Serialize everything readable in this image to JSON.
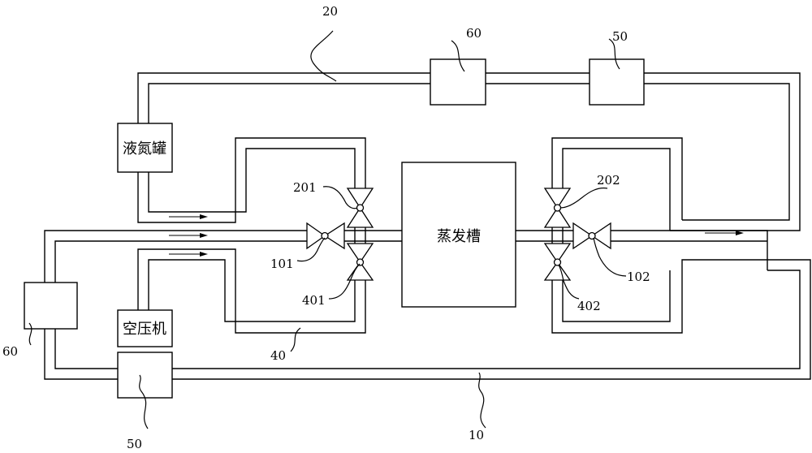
{
  "components": {
    "evaporator": "蒸发槽",
    "ln2_tank": "液氮罐",
    "air_compressor": "空压机"
  },
  "refs": {
    "r20": "20",
    "r60_top": "60",
    "r50_top": "50",
    "r201": "201",
    "r202": "202",
    "r101": "101",
    "r102": "102",
    "r401": "401",
    "r402": "402",
    "r40": "40",
    "r60_left": "60",
    "r50_bottom": "50",
    "r10": "10"
  }
}
